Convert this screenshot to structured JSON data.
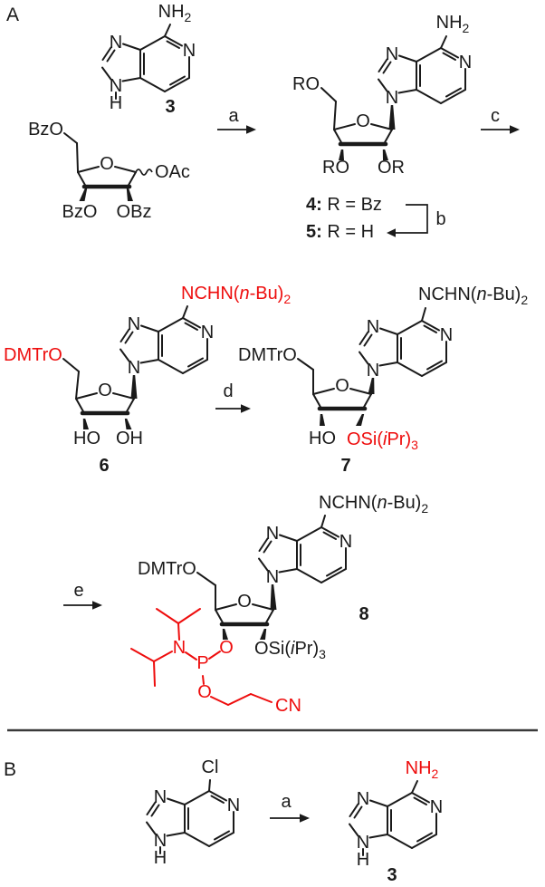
{
  "panels": {
    "a": "A",
    "b": "B"
  },
  "atoms": {
    "N": "N",
    "O": "O",
    "H": "H",
    "P": "P",
    "Cl": "Cl",
    "CN": "CN",
    "HO": "HO",
    "OH": "OH"
  },
  "nh2": {
    "main": "NH",
    "sub": "2"
  },
  "groups": {
    "BzO": "BzO",
    "OBz": "OBz",
    "OAc": "OAc",
    "RO": "RO",
    "OR": "OR",
    "DMTrO": "DMTrO"
  },
  "amidine": {
    "pre": "NCHN(",
    "n": "n",
    "post": "-Bu)",
    "sub": "2"
  },
  "silyl": {
    "pre": "OSi(",
    "i": "i",
    "post": "Pr)",
    "sub": "3"
  },
  "compounds": {
    "c3": "3",
    "c4_num": "4:",
    "c4_rest": " R = Bz",
    "c5_num": "5:",
    "c5_rest": " R = H",
    "c6": "6",
    "c7": "7",
    "c8": "8"
  },
  "steps": {
    "a": "a",
    "b": "b",
    "c": "c",
    "d": "d",
    "e": "e"
  },
  "colors": {
    "ink": "#1a1a1a",
    "highlight_red": "#ee0d0d",
    "divider": "#3a3a3a",
    "background": "#ffffff"
  }
}
